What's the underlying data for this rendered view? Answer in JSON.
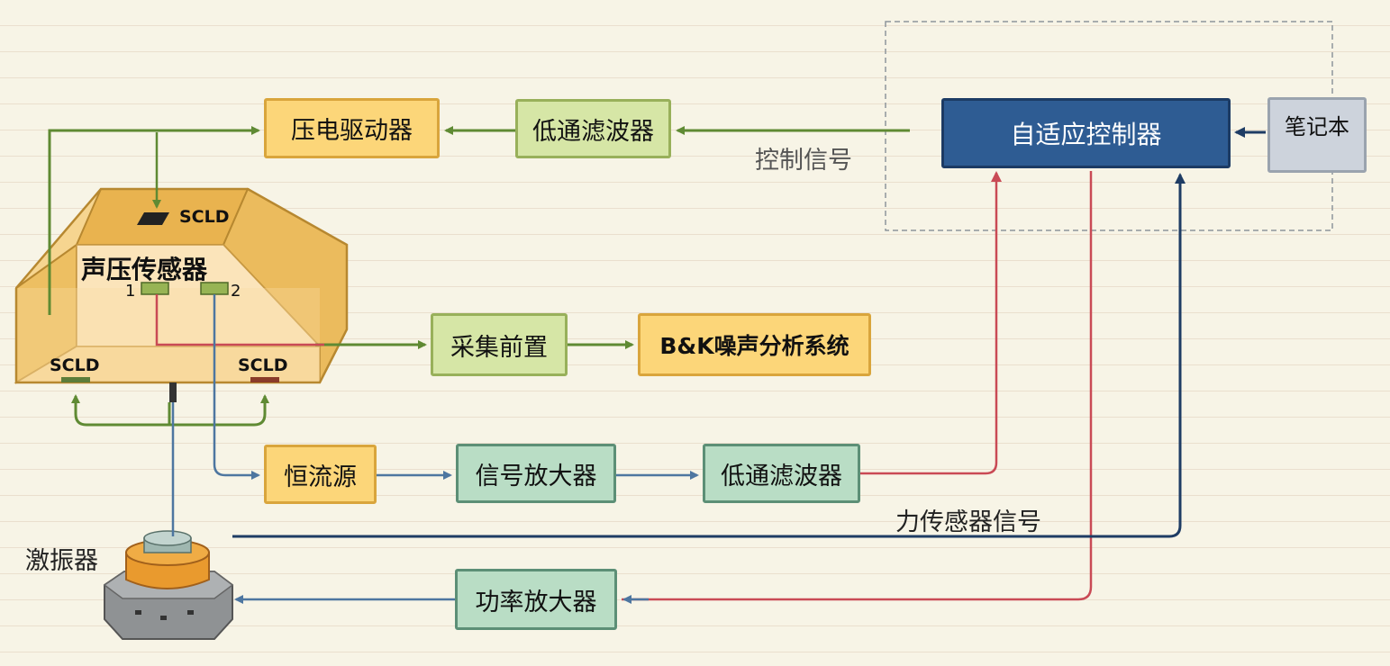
{
  "boxes": {
    "piezo_driver": "压电驱动器",
    "lowpass_top": "低通滤波器",
    "adaptive_controller": "自适应控制器",
    "laptop": "笔记本",
    "acquisition_preamp": "采集前置",
    "bk_system": "B&K噪声分析系统",
    "constant_current": "恒流源",
    "signal_amp": "信号放大器",
    "lowpass_mid": "低通滤波器",
    "power_amp": "功率放大器"
  },
  "labels": {
    "control_signal": "控制信号",
    "force_sensor_signal": "力传感器信号",
    "acoustic_sensor": "声压传感器",
    "shaker": "激振器",
    "scld_top": "SCLD",
    "scld_left": "SCLD",
    "scld_right": "SCLD",
    "sensor_1": "1",
    "sensor_2": "2"
  },
  "colors": {
    "green_wire": "#5f8a33",
    "blue_wire": "#4d76a0",
    "red_wire": "#c94a55",
    "navy_wire": "#1e3c64",
    "controller_fill": "#2e5c93"
  }
}
